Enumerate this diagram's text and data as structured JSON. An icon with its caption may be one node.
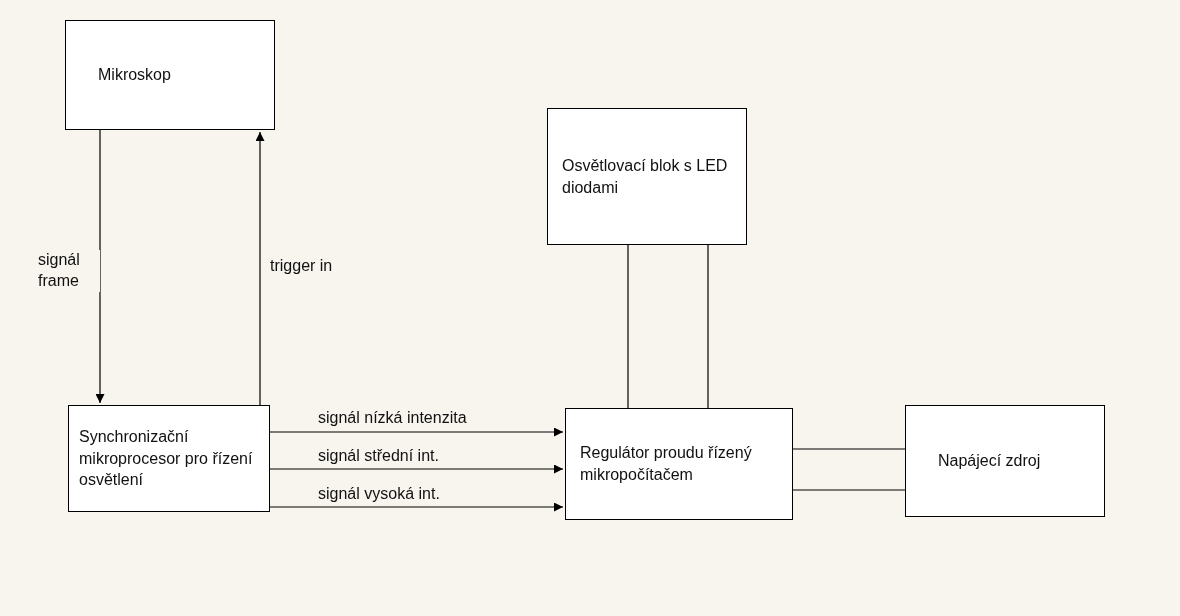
{
  "diagram": {
    "nodes": [
      {
        "text": [
          "Mikroskop"
        ]
      },
      {
        "text": [
          "Synchronizační mikroprocesor pro řízení osvětlení"
        ]
      },
      {
        "text": [
          "Osvětlovací blok s LED diodami"
        ]
      },
      {
        "text": [
          "Regulátor proudu řízený mikropočítačem"
        ]
      },
      {
        "text": [
          "Napájecí zdroj"
        ]
      }
    ],
    "edges": [
      {
        "from": 0,
        "to": 1,
        "arrow": "to",
        "label": "signál frame"
      },
      {
        "from": 1,
        "to": 0,
        "arrow": "to",
        "label": "trigger in"
      },
      {
        "from": 1,
        "to": 3,
        "arrow": "to",
        "label": "signál nízká intenzita"
      },
      {
        "from": 1,
        "to": 3,
        "arrow": "to",
        "label": "signál střední int."
      },
      {
        "from": 1,
        "to": 3,
        "arrow": "to",
        "label": "signál vysoká int."
      },
      {
        "from": 2,
        "to": 3,
        "arrow": "none"
      },
      {
        "from": 2,
        "to": 3,
        "arrow": "none"
      },
      {
        "from": 3,
        "to": 4,
        "arrow": "none"
      },
      {
        "from": 3,
        "to": 4,
        "arrow": "none"
      }
    ]
  }
}
